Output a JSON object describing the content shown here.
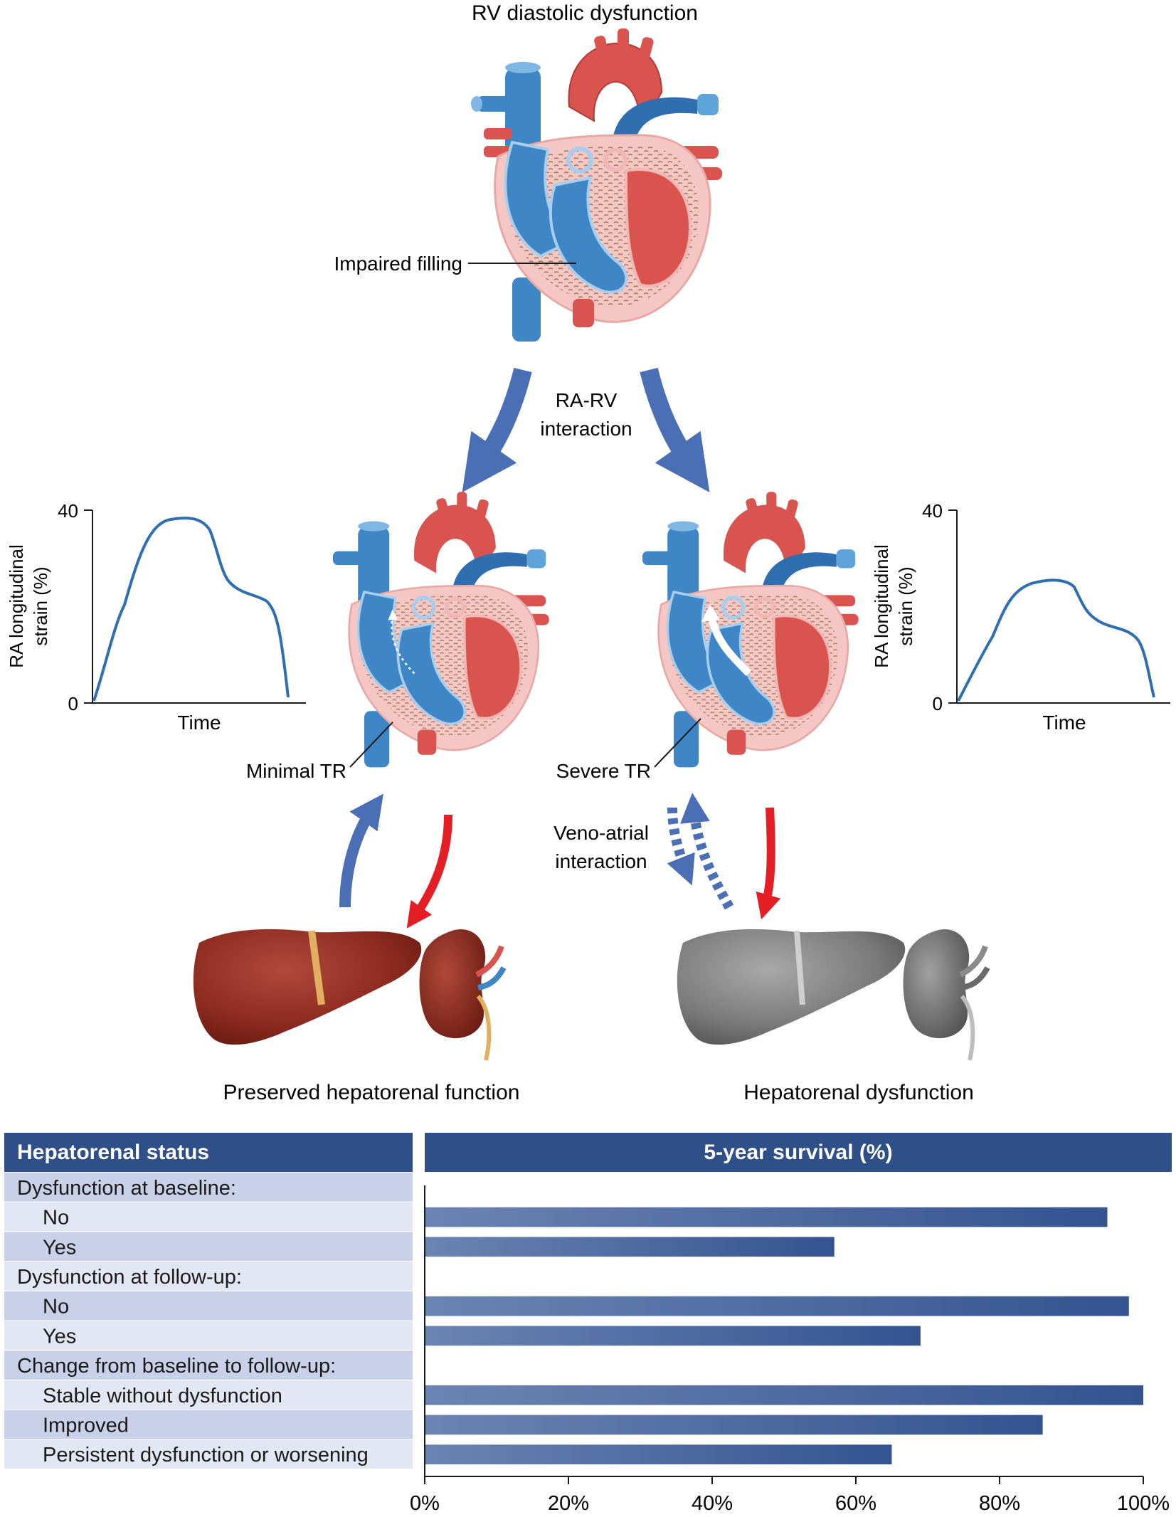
{
  "diagram": {
    "title": "RV diastolic dysfunction",
    "impaired_filling": "Impaired filling",
    "ra_rv_line1": "RA-RV",
    "ra_rv_line2": "interaction",
    "minimal_tr": "Minimal TR",
    "severe_tr": "Severe TR",
    "veno_line1": "Veno-atrial",
    "veno_line2": "interaction",
    "preserved": "Preserved hepatorenal function",
    "dysfunction": "Hepatorenal dysfunction",
    "left_strain": {
      "ylabel_line1": "RA longitudinal",
      "ylabel_line2": "strain (%)",
      "xlabel": "Time",
      "tick_top": "40",
      "tick_bottom": "0"
    },
    "right_strain": {
      "ylabel_line1": "RA longitudinal",
      "ylabel_line2": "strain (%)",
      "xlabel": "Time",
      "tick_top": "40",
      "tick_bottom": "0"
    }
  },
  "colors": {
    "venous_blue": "#3f86c6",
    "arterial_red": "#d9534f",
    "arrow_blue": "#4a6fb5",
    "arrow_red": "#e31e24",
    "header_navy": "#2e4f87",
    "row_dark": "#c9d1e8",
    "row_light": "#e3e7f3",
    "liver_red": "#8b2a1f",
    "organ_gray": "#7a7a7a"
  },
  "table": {
    "left_header": "Hepatorenal status",
    "right_header": "5-year survival (%)"
  },
  "chart_data": {
    "type": "bar",
    "orientation": "horizontal",
    "xlim": [
      0,
      100
    ],
    "x_ticks": [
      "0%",
      "20%",
      "40%",
      "60%",
      "80%",
      "100%"
    ],
    "rows": [
      {
        "label": "Dysfunction at baseline:",
        "group": true,
        "value": null
      },
      {
        "label": "No",
        "group": false,
        "value": 95
      },
      {
        "label": "Yes",
        "group": false,
        "value": 57
      },
      {
        "label": "Dysfunction at follow-up:",
        "group": true,
        "value": null
      },
      {
        "label": "No",
        "group": false,
        "value": 98
      },
      {
        "label": "Yes",
        "group": false,
        "value": 69
      },
      {
        "label": "Change from baseline to follow-up:",
        "group": true,
        "value": null
      },
      {
        "label": "Stable without dysfunction",
        "group": false,
        "value": 100
      },
      {
        "label": "Improved",
        "group": false,
        "value": 86
      },
      {
        "label": "Persistent dysfunction or worsening",
        "group": false,
        "value": 65
      }
    ]
  }
}
